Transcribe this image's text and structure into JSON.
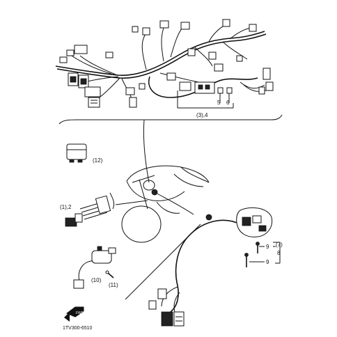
{
  "callouts": {
    "harness_group": "(3),4",
    "harness_5": "5",
    "harness_6": "6",
    "relay_12": "(12)",
    "subharness": "(1),2",
    "switch_10": "(10)",
    "screw_11": "(11)",
    "handle_switch_7": "(7)",
    "handle_8": "8",
    "screw_9a": "9",
    "screw_9b": "9"
  },
  "footer": {
    "arrow_text": "FWD",
    "part_code": "1TV300-6510"
  }
}
